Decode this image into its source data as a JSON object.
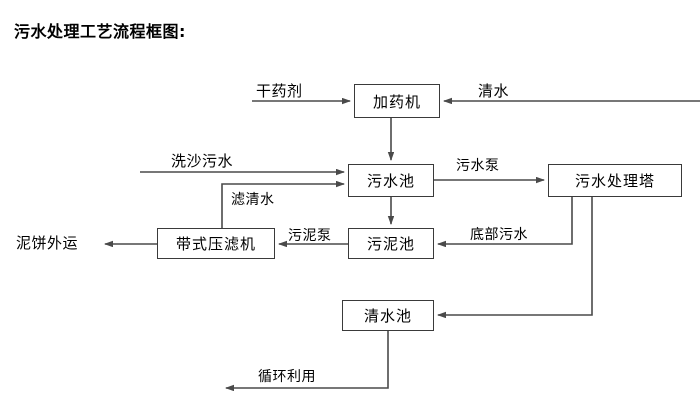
{
  "diagram": {
    "title": "污水处理工艺流程框图:",
    "nodes": [
      {
        "id": "dosing_machine",
        "label": "加药机"
      },
      {
        "id": "wastewater_pool",
        "label": "污水池"
      },
      {
        "id": "treatment_tower",
        "label": "污水处理塔"
      },
      {
        "id": "sludge_pool",
        "label": "污泥池"
      },
      {
        "id": "belt_filter_press",
        "label": "带式压滤机"
      },
      {
        "id": "clean_water_pool",
        "label": "清水池"
      }
    ],
    "io_labels": [
      {
        "id": "dry_chemical",
        "label": "干药剂"
      },
      {
        "id": "clean_water_in",
        "label": "清水"
      },
      {
        "id": "sand_wash_wastewater",
        "label": "洗沙污水"
      },
      {
        "id": "mud_cake_out",
        "label": "泥饼外运"
      }
    ],
    "edge_labels": [
      {
        "id": "filtered_clear_water",
        "label": "滤清水"
      },
      {
        "id": "wastewater_pump",
        "label": "污水泵"
      },
      {
        "id": "sludge_pump",
        "label": "污泥泵"
      },
      {
        "id": "bottom_wastewater",
        "label": "底部污水"
      },
      {
        "id": "recycle_reuse",
        "label": "循环利用"
      }
    ]
  },
  "colors": {
    "line": "#4a4a4a",
    "box_border": "#3a3a3a",
    "text": "#000000",
    "background": "#ffffff"
  }
}
